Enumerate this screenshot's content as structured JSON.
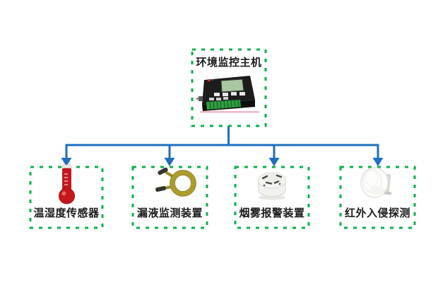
{
  "diagram": {
    "host": {
      "label": "环境监控主机",
      "icon": "monitoring-host-device-icon"
    },
    "devices": [
      {
        "label": "温湿度传感器",
        "icon": "thermometer-icon"
      },
      {
        "label": "漏液监测装置",
        "icon": "leak-cable-icon"
      },
      {
        "label": "烟雾报警装置",
        "icon": "smoke-detector-icon"
      },
      {
        "label": "红外入侵探测",
        "icon": "infrared-dome-icon"
      }
    ],
    "colors": {
      "box_border_green": "#0cb04a",
      "connector_blue": "#1e6fc0",
      "thermometer_red": "#c7161d",
      "cable_olive": "#ab9c2d",
      "device_screen_green": "#a9c7a1",
      "terminal_green": "#2f9e41",
      "label_text": "#1b1b1b"
    }
  }
}
